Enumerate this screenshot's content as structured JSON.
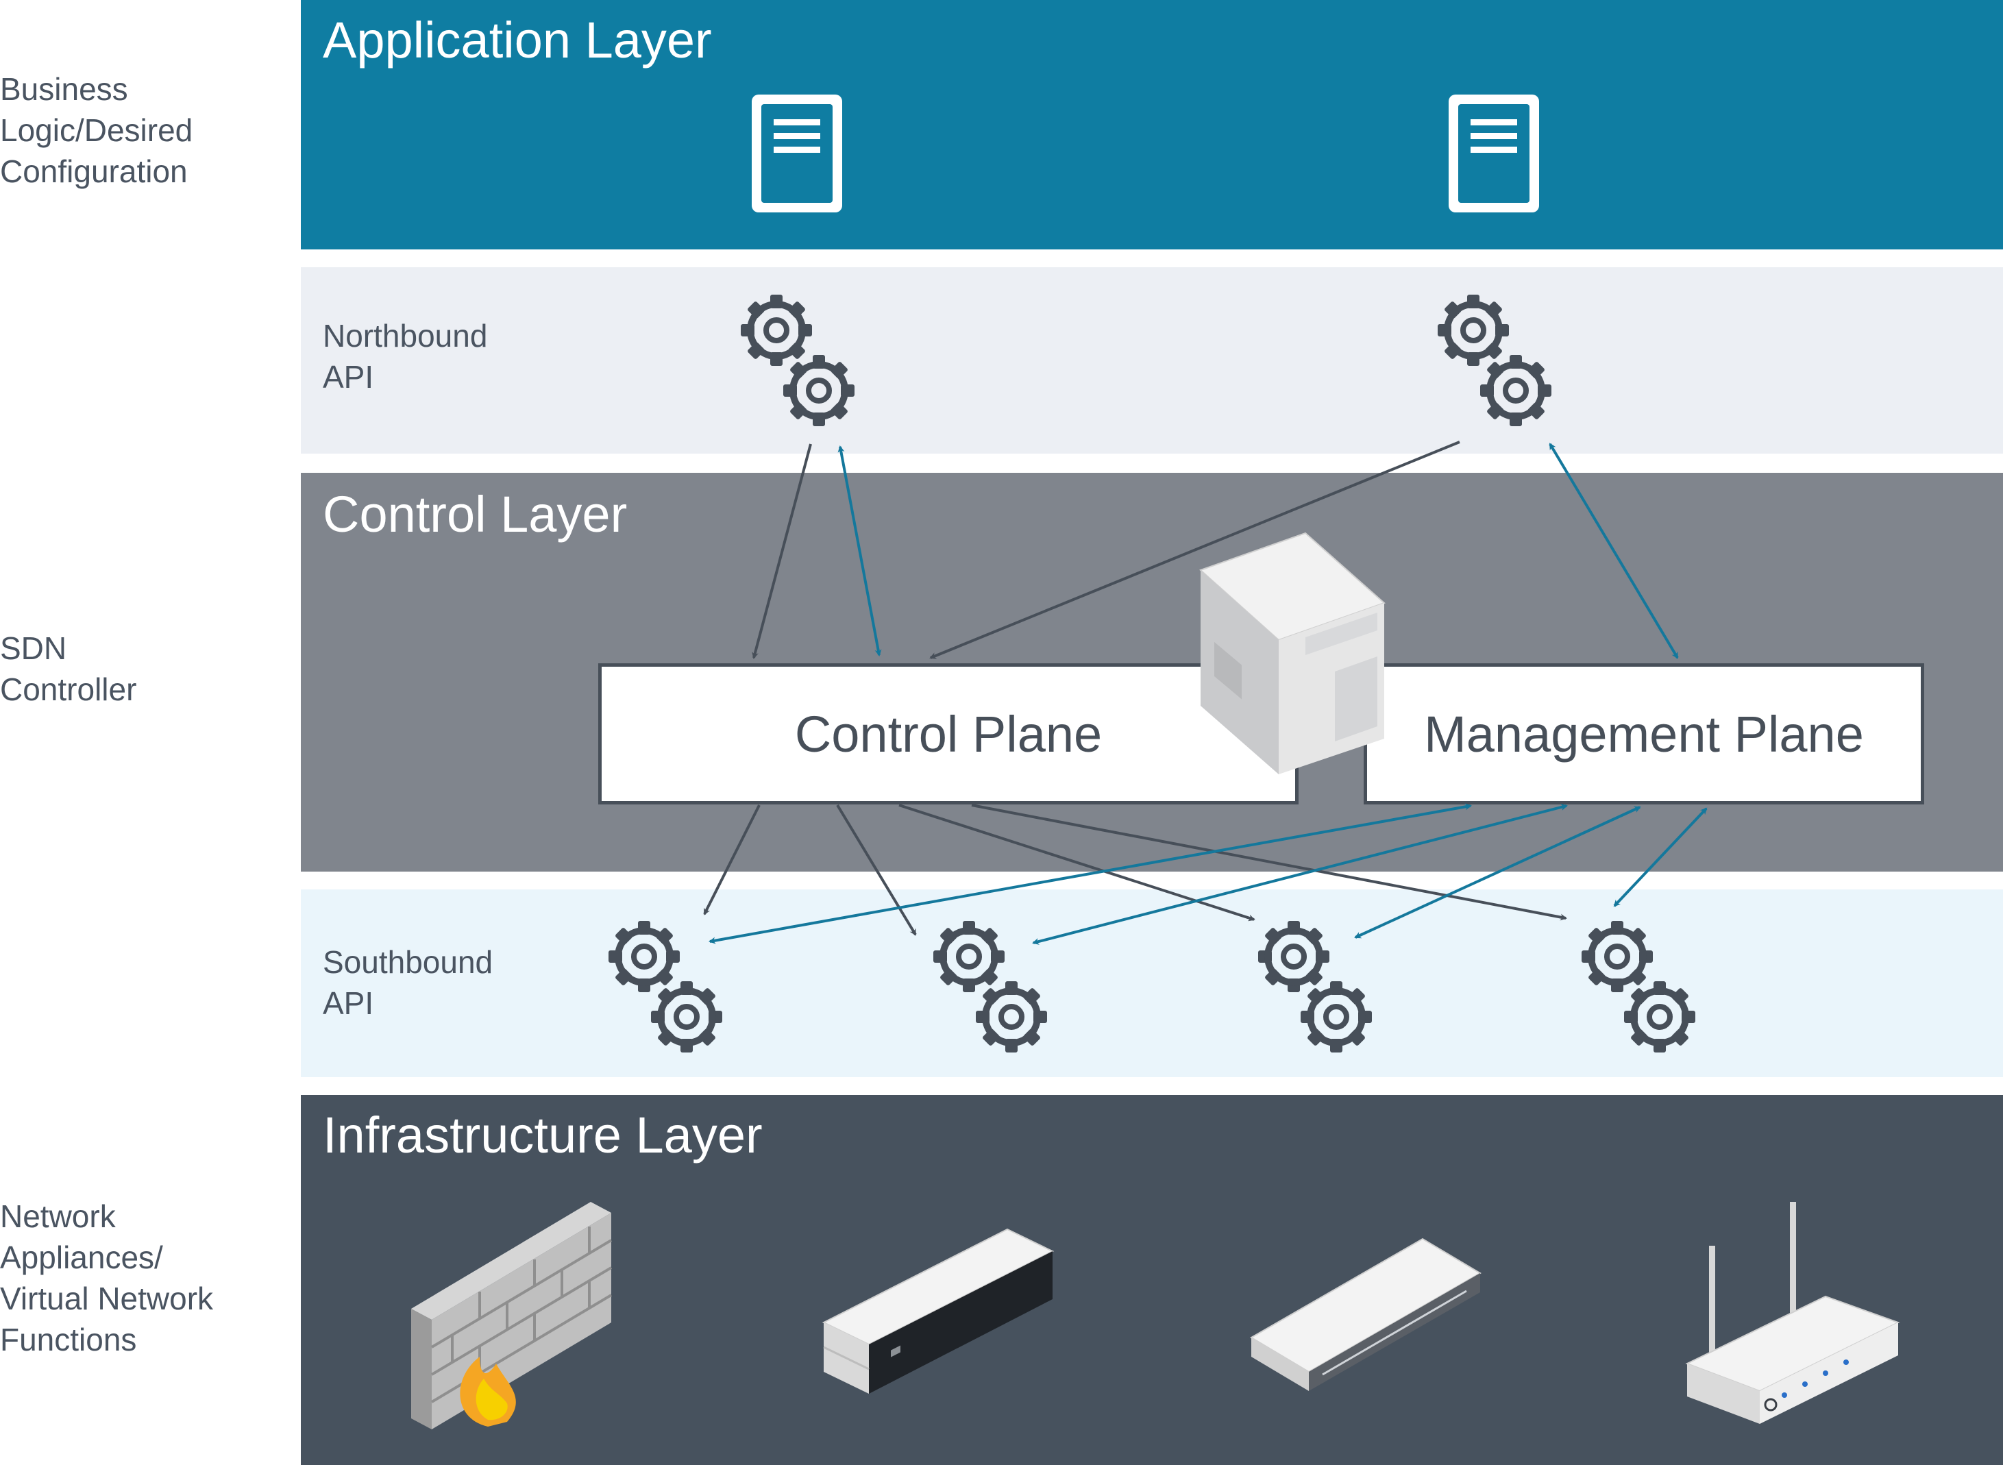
{
  "side_labels": {
    "business": "Business\nLogic/Desired\nConfiguration",
    "sdn": "SDN\nController",
    "network": "Network\nAppliances/\nVirtual Network\nFunctions"
  },
  "layers": {
    "application": "Application Layer",
    "northbound": "Northbound\nAPI",
    "control": "Control Layer",
    "southbound": "Southbound\nAPI",
    "infrastructure": "Infrastructure Layer"
  },
  "planes": {
    "control": "Control Plane",
    "management": "Management Plane"
  },
  "colors": {
    "application_band": "#0f7da2",
    "northbound_band": "#eceff4",
    "control_band": "#80858d",
    "southbound_band": "#eaf5fb",
    "infrastructure_band": "#47525e",
    "dark_arrow": "#474f59",
    "blue_arrow": "#14789c"
  },
  "icons": {
    "documents": [
      "document-icon",
      "document-icon"
    ],
    "northbound_gears": [
      "gears-icon",
      "gears-icon"
    ],
    "southbound_gears": [
      "gears-icon",
      "gears-icon",
      "gears-icon",
      "gears-icon"
    ],
    "server": "server-tower-icon",
    "appliances": [
      "firewall-icon",
      "router-appliance-icon",
      "network-switch-icon",
      "wifi-router-icon"
    ]
  }
}
